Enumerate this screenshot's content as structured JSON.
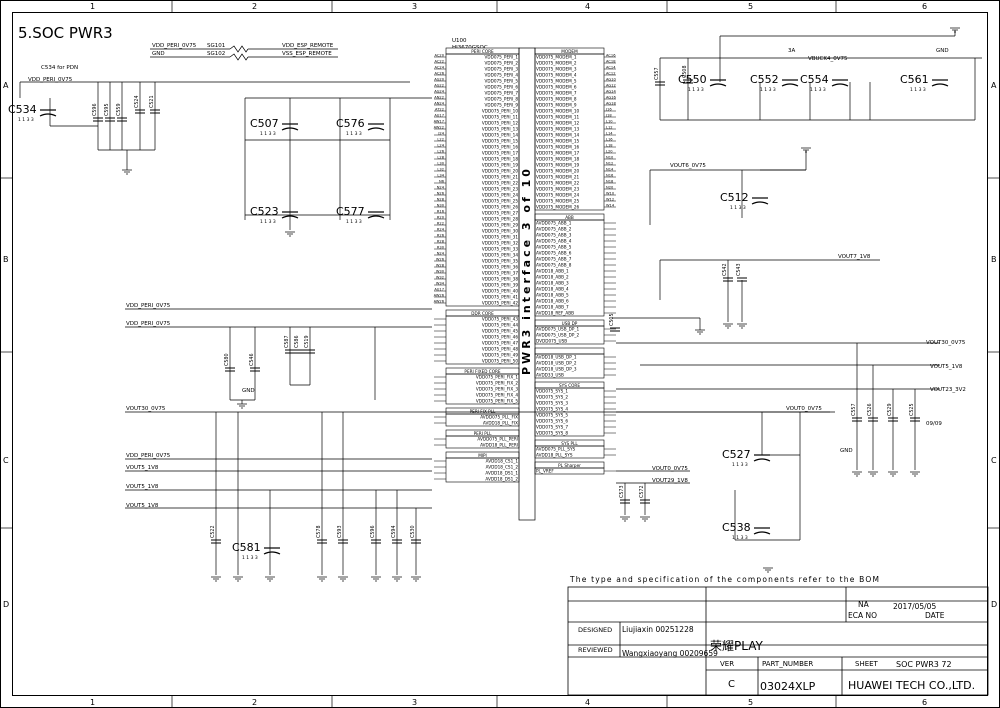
{
  "sheet": {
    "title": "5.SOC PWR3",
    "col_labels": [
      "1",
      "2",
      "3",
      "4",
      "5",
      "6"
    ],
    "row_labels": [
      "A",
      "B",
      "C",
      "D"
    ]
  },
  "top_nets": {
    "left": [
      "VDD_PERI_0V75",
      "GND"
    ],
    "refs": [
      "SG101",
      "SG102"
    ],
    "right": [
      "VDD_ESP_REMOTE",
      "VSS_ESP_REMOTE"
    ]
  },
  "ic": {
    "ref": "U100",
    "part": "HI3670GSOC",
    "rotated_label": "PWR3 interface 3 of 10",
    "left_sections": [
      {
        "title": "PERI CORE",
        "pins": [
          "VDD075_PERI_1",
          "VDD075_PERI_2",
          "VDD075_PERI_3",
          "VDD075_PERI_4",
          "VDD075_PERI_5",
          "VDD075_PERI_6",
          "VDD075_PERI_7",
          "VDD075_PERI_8",
          "VDD075_PERI_9",
          "VDD075_PERI_10",
          "VDD075_PERI_11",
          "VDD075_PERI_12",
          "VDD075_PERI_13",
          "VDD075_PERI_14",
          "VDD075_PERI_15",
          "VDD075_PERI_16",
          "VDD075_PERI_17",
          "VDD075_PERI_18",
          "VDD075_PERI_19",
          "VDD075_PERI_20",
          "VDD075_PERI_21",
          "VDD075_PERI_22",
          "VDD075_PERI_23",
          "VDD075_PERI_24",
          "VDD075_PERI_25",
          "VDD075_PERI_26",
          "VDD075_PERI_27",
          "VDD075_PERI_28",
          "VDD075_PERI_29",
          "VDD075_PERI_30",
          "VDD075_PERI_31",
          "VDD075_PERI_32",
          "VDD075_PERI_33",
          "VDD075_PERI_34",
          "VDD075_PERI_35",
          "VDD075_PERI_36",
          "VDD075_PERI_37",
          "VDD075_PERI_38",
          "VDD075_PERI_39",
          "VDD075_PERI_40",
          "VDD075_PERI_41",
          "VDD075_PERI_42"
        ]
      },
      {
        "title": "DDR CORE",
        "pins": [
          "VDD075_PERI_43",
          "VDD075_PERI_44",
          "VDD075_PERI_45",
          "VDD075_PERI_46",
          "VDD075_PERI_47",
          "VDD075_PERI_48",
          "VDD075_PERI_49",
          "VDD075_PERI_50"
        ]
      },
      {
        "title": "PERI FIXED CORE",
        "pins": [
          "VDD075_PERI_FIX_1",
          "VDD075_PERI_FIX_2",
          "VDD075_PERI_FIX_3",
          "VDD075_PERI_FIX_4",
          "VDD075_PERI_FIX_5"
        ]
      },
      {
        "title": "PERI FIX PLL",
        "pins": [
          "AVDD075_PLL_FIX",
          "AVDD18_PLL_FIX"
        ]
      },
      {
        "title": "PERI PLL",
        "pins": [
          "AVDD075_PLL_PERI",
          "AVDD18_PLL_PERI"
        ]
      },
      {
        "title": "MIPI",
        "pins": [
          "AVDD18_CS1_1",
          "AVDD18_CS1_2",
          "AVDD18_DS1_1",
          "AVDD18_DS1_2"
        ]
      }
    ],
    "right_sections": [
      {
        "title": "MODEM",
        "pins": [
          "VDD075_MODEM_1",
          "VDD075_MODEM_2",
          "VDD075_MODEM_3",
          "VDD075_MODEM_4",
          "VDD075_MODEM_5",
          "VDD075_MODEM_6",
          "VDD075_MODEM_7",
          "VDD075_MODEM_8",
          "VDD075_MODEM_9",
          "VDD075_MODEM_10",
          "VDD075_MODEM_11",
          "VDD075_MODEM_12",
          "VDD075_MODEM_13",
          "VDD075_MODEM_14",
          "VDD075_MODEM_15",
          "VDD075_MODEM_16",
          "VDD075_MODEM_17",
          "VDD075_MODEM_18",
          "VDD075_MODEM_19",
          "VDD075_MODEM_20",
          "VDD075_MODEM_21",
          "VDD075_MODEM_22",
          "VDD075_MODEM_23",
          "VDD075_MODEM_24",
          "VDD075_MODEM_25",
          "VDD075_MODEM_26"
        ]
      },
      {
        "title": "ABB",
        "pins": [
          "AVDD075_ABB_1",
          "AVDD075_ABB_2",
          "AVDD075_ABB_3",
          "AVDD075_ABB_4",
          "AVDD075_ABB_5",
          "AVDD075_ABB_6",
          "AVDD075_ABB_7",
          "AVDD075_ABB_8",
          "AVDD18_ABB_1",
          "AVDD18_ABB_2",
          "AVDD18_ABB_3",
          "AVDD18_ABB_4",
          "AVDD18_ABB_5",
          "AVDD18_ABB_6",
          "AVDD18_ABB_7",
          "AVDD18_REF_ABB"
        ]
      },
      {
        "title": "USB DP",
        "pins": [
          "AVDD075_USB_DP_1",
          "AVDD075_USB_DP_2",
          "DVDD075_USB"
        ]
      },
      {
        "title": "",
        "pins": [
          "AVDD18_USB_DP_1",
          "AVDD18_USB_DP_2",
          "AVDD18_USB_DP_3",
          "AVDD33_USB"
        ]
      },
      {
        "title": "SYS CORE",
        "pins": [
          "VDD075_SYS_1",
          "VDD075_SYS_2",
          "VDD075_SYS_3",
          "VDD075_SYS_4",
          "VDD075_SYS_5",
          "VDD075_SYS_6",
          "VDD075_SYS_7",
          "VDD075_SYS_8"
        ]
      },
      {
        "title": "SYS PLL",
        "pins": [
          "AVDD075_PLL_SYS",
          "AVDD18_PLL_SYS"
        ]
      },
      {
        "title": "PL Sharper",
        "pins": [
          "PL_VREF"
        ]
      }
    ],
    "left_balls": [
      "AC20",
      "AC22",
      "AC24",
      "AC26",
      "AG20",
      "AG22",
      "AG24",
      "AN22",
      "AN24",
      "AT22",
      "AU17",
      "AW17",
      "AW22",
      "J24",
      "L22",
      "L24",
      "L26",
      "L28",
      "L30",
      "L32",
      "L34",
      "N6",
      "N24",
      "N26",
      "N28",
      "N30",
      "R16",
      "R20",
      "R22",
      "R24",
      "R26",
      "R28",
      "R30",
      "N24",
      "W26",
      "W28",
      "W30",
      "W32",
      "W34",
      "AU17",
      "AW26",
      "AW26"
    ],
    "right_balls": [
      "AC16",
      "AC18",
      "AC14",
      "AC12",
      "AG10",
      "AG12",
      "AG14",
      "AG16",
      "AG18",
      "J16",
      "J18",
      "L10",
      "L12",
      "L14",
      "L16",
      "L18",
      "L20",
      "N10",
      "N12",
      "N14",
      "N16",
      "N18",
      "N20",
      "W10",
      "W12",
      "W14"
    ],
    "net_rail_labels": [
      "VOUT30_0V75",
      "VOUT5_1V8",
      "VOUT23_3V2"
    ],
    "cap_note": "09/09",
    "bottom_right_nets": [
      "VOUT0_0V75",
      "VOUT29_1V8"
    ]
  },
  "nets": {
    "peri_top": "VDD_PERI_0V75",
    "c534_note": "C534 for PDN",
    "vbuck": "VBUCK4_0V75",
    "vout6": "VOUT6_0V75",
    "vout7": "VOUT7_1V8",
    "peri_mid1": "VDD_PERI_0V75",
    "peri_mid2": "VDD_PERI_0V75",
    "vout30_l": "VOUT30_0V75",
    "peri_low": "VDD_PERI_0V75",
    "vout5a": "VOUT5_1V8",
    "vout5b": "VOUT5_1V8",
    "vout5c": "VOUT5_1V8",
    "vout0": "VOUT0_0V75",
    "gnd": "GND",
    "current": "3A"
  },
  "caps": {
    "big": [
      "C534",
      "C507",
      "C576",
      "C523",
      "C577",
      "C550",
      "C552",
      "C554",
      "C561",
      "C512",
      "C581",
      "C527",
      "C538"
    ],
    "small": [
      "C596",
      "C595",
      "C559",
      "C524",
      "C521",
      "C557",
      "C508",
      "C542",
      "C543",
      "C505",
      "C580",
      "C546",
      "C587",
      "C586",
      "C519",
      "C573",
      "C572",
      "C522",
      "C578",
      "C593",
      "C596",
      "C594",
      "C530",
      "C557",
      "C526",
      "C529",
      "C525"
    ]
  },
  "note": "The type and specification of the components refer to the BOM",
  "title_block": {
    "na": "NA",
    "date_val": "2017/05/05",
    "eca_no": "ECA NO",
    "date_lbl": "DATE",
    "designed_lbl": "DESIGNED",
    "designed": "Liujiaxin 00251228",
    "reviewed_lbl": "REVIEWED",
    "reviewed": "Wangxiaoyang 00209659",
    "product": "荣耀PLAY",
    "ver_lbl": "VER",
    "ver": "C",
    "part_lbl": "PART_NUMBER",
    "part": "03024XLP",
    "sheet_lbl": "SHEET",
    "sheet": "SOC PWR3 72",
    "company": "HUAWEI TECH CO.,LTD."
  }
}
